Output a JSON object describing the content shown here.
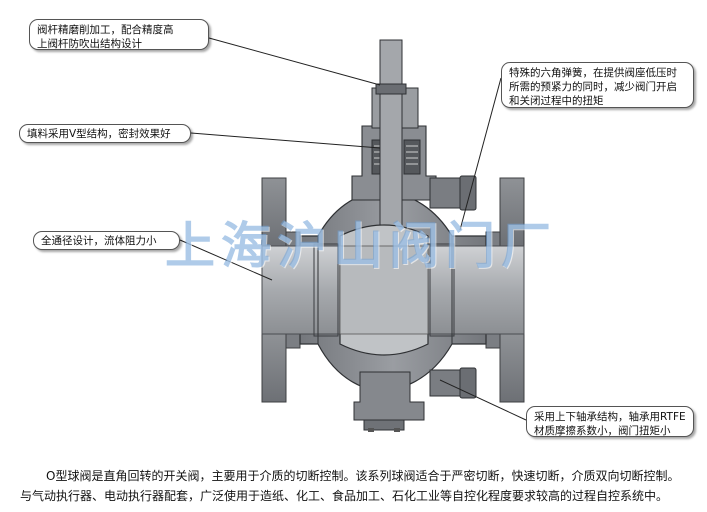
{
  "callouts": {
    "stem": [
      "阀杆精磨削加工，配合精度高",
      "上阀杆防吹出结构设计"
    ],
    "spring": [
      "特殊的六角弹簧，在提供阀座低压时",
      "所需的预紧力的同时，减少阀门开启",
      "和关闭过程中的扭矩"
    ],
    "packing": "填料采用V型结构，密封效果好",
    "bore": "全通径设计，流体阻力小",
    "bearing": [
      "采用上下轴承结构，轴承用RTFE",
      "材质摩擦系数小，阀门扭矩小"
    ]
  },
  "watermark": "上海沪山阀门厂",
  "description": {
    "line1": "O型球阀是直角回转的开关阀，主要用于介质的切断控制。该系列球阀适合于严密切断，快速切断，介质双向切断控制。",
    "line2": "与气动执行器、电动执行器配套，广泛使用于造纸、化工、食品加工、石化工业等自控化程度要求较高的过程自控系统中。"
  },
  "colors": {
    "body": "#8c8f94",
    "body_dark": "#5e6166",
    "body_light": "#b5b8bc",
    "bore": "#a9acb0",
    "watermark": "#6ea0d7"
  }
}
